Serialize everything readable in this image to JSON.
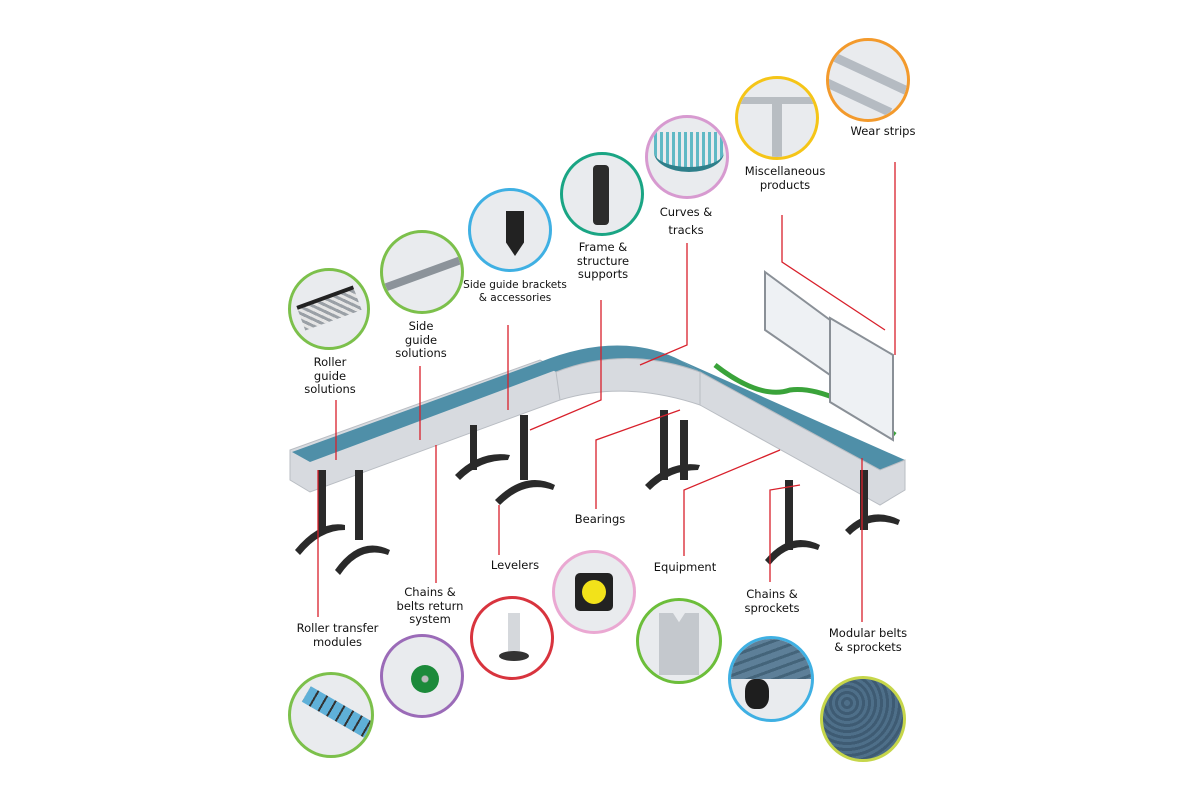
{
  "title": "Conveyor components diagram",
  "colors": {
    "leader_line": "#d8202b",
    "frame_gray": "#d7dadf",
    "belt_blue": "#4f8fa8",
    "leg_dark": "#2a2a2a",
    "guide_green": "#3aa33a"
  },
  "components": [
    {
      "id": "roller-guide-solutions",
      "label": "Roller\nguide\nsolutions",
      "ring_color": "#7cc04b",
      "icon": "roller-guide-icon"
    },
    {
      "id": "side-guide-solutions",
      "label": "Side\nguide\nsolutions",
      "ring_color": "#7cc04b",
      "icon": "side-guide-rail-icon"
    },
    {
      "id": "side-guide-brackets",
      "label": "Side guide brackets\n& accessories",
      "ring_color": "#3fb0e3",
      "icon": "bracket-icon"
    },
    {
      "id": "frame-structure-supports",
      "label": "Frame &\nstructure\nsupports",
      "ring_color": "#1aa584",
      "icon": "frame-clamp-icon"
    },
    {
      "id": "curves-tracks",
      "label": "Curves &\ntracks",
      "ring_color": "#d79ad0",
      "icon": "curve-track-icon"
    },
    {
      "id": "miscellaneous-products",
      "label": "Miscellaneous\nproducts",
      "ring_color": "#f5c518",
      "icon": "profile-frame-icon"
    },
    {
      "id": "wear-strips",
      "label": "Wear strips",
      "ring_color": "#f39a2c",
      "icon": "wear-strip-icon"
    },
    {
      "id": "roller-transfer-modules",
      "label": "Roller transfer\nmodules",
      "ring_color": "#7cc04b",
      "icon": "roller-transfer-icon"
    },
    {
      "id": "chains-belts-return",
      "label": "Chains &\nbelts return\nsystem",
      "ring_color": "#9b6bb8",
      "icon": "return-roller-icon"
    },
    {
      "id": "levelers",
      "label": "Levelers",
      "ring_color": "#d8343e",
      "icon": "leveler-foot-icon"
    },
    {
      "id": "bearings",
      "label": "Bearings",
      "ring_color": "#eaa8d2",
      "icon": "bearing-icon"
    },
    {
      "id": "equipment",
      "label": "Equipment",
      "ring_color": "#6cbe3a",
      "icon": "equipment-box-icon"
    },
    {
      "id": "chains-sprockets",
      "label": "Chains &\nsprockets",
      "ring_color": "#3fb0e3",
      "icon": "sprocket-icon"
    },
    {
      "id": "modular-belts-sprockets",
      "label": "Modular belts\n& sprockets",
      "ring_color": "#c6d64a",
      "icon": "modular-belt-icon"
    }
  ]
}
